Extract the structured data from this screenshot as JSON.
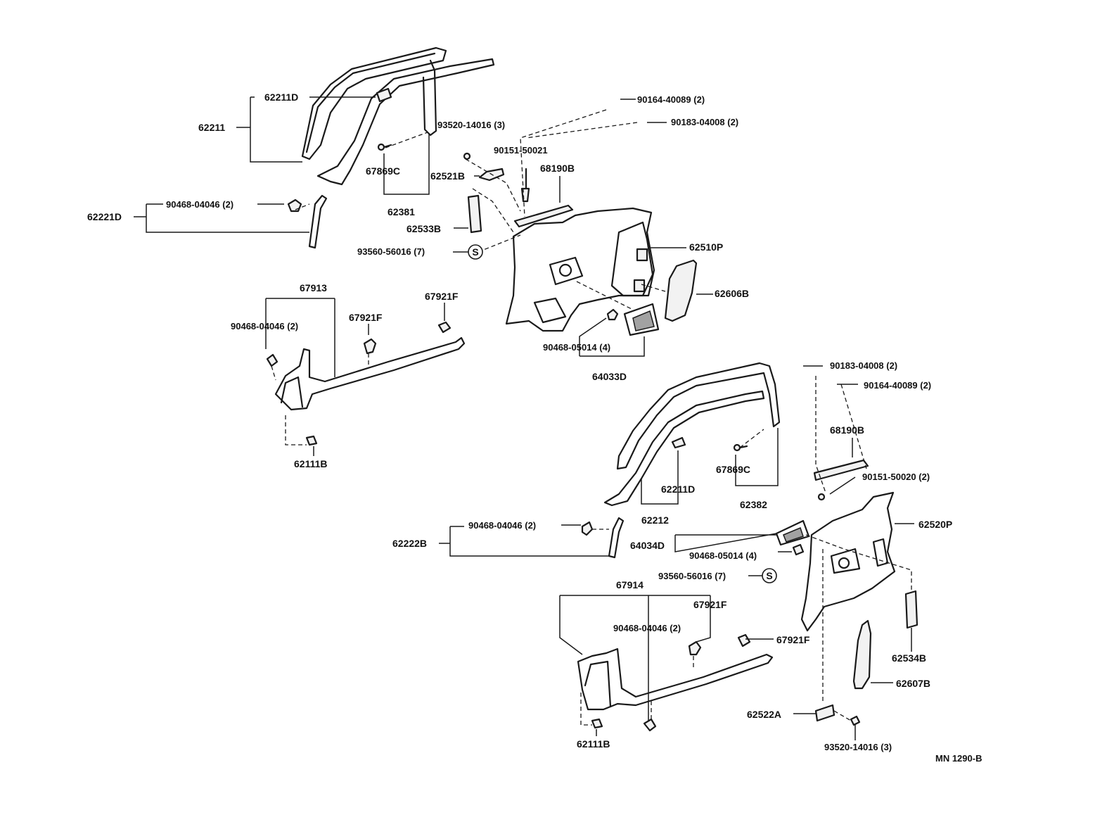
{
  "labels": {
    "p62211D_top": "62211D",
    "p62211": "62211",
    "p93520_14016_top": "93520-14016 (3)",
    "p67869C_top": "67869C",
    "p62381": "62381",
    "p90468_04046_top": "90468-04046 (2)",
    "p62221D": "62221D",
    "p90164_40089_top": "90164-40089 (2)",
    "p90183_04008_top": "90183-04008 (2)",
    "p90151_50021": "90151-50021",
    "p62521B": "62521B",
    "p68190B_top": "68190B",
    "p62533B": "62533B",
    "p93560_56016_top": "93560-56016 (7)",
    "p62510P": "62510P",
    "p62606B": "62606B",
    "p67913": "67913",
    "p67921F_a": "67921F",
    "p90468_04046_mid": "90468-04046 (2)",
    "p67921F_b": "67921F",
    "p90468_05014_top": "90468-05014 (4)",
    "p64033D": "64033D",
    "p62111B_top": "62111B",
    "p90183_04008_bot": "90183-04008 (2)",
    "p90164_40089_bot": "90164-40089 (2)",
    "p68190B_bot": "68190B",
    "p67869C_bot": "67869C",
    "p62211D_bot": "62211D",
    "p62382": "62382",
    "p90151_50020": "90151-50020 (2)",
    "p62212": "62212",
    "p90468_04046_bot": "90468-04046 (2)",
    "p62222B": "62222B",
    "p62520P": "62520P",
    "p64034D": "64034D",
    "p90468_05014_bot": "90468-05014 (4)",
    "p93560_56016_bot": "93560-56016 (7)",
    "p67914": "67914",
    "p67921F_c": "67921F",
    "p90468_04046_bot2": "90468-04046 (2)",
    "p67921F_d": "67921F",
    "p62534B": "62534B",
    "p62607B": "62607B",
    "p62522A": "62522A",
    "p62111B_bot": "62111B",
    "p93520_14016_bot": "93520-14016 (3)",
    "s_symbol": "S",
    "drawing_id": "MN 1290-B"
  }
}
